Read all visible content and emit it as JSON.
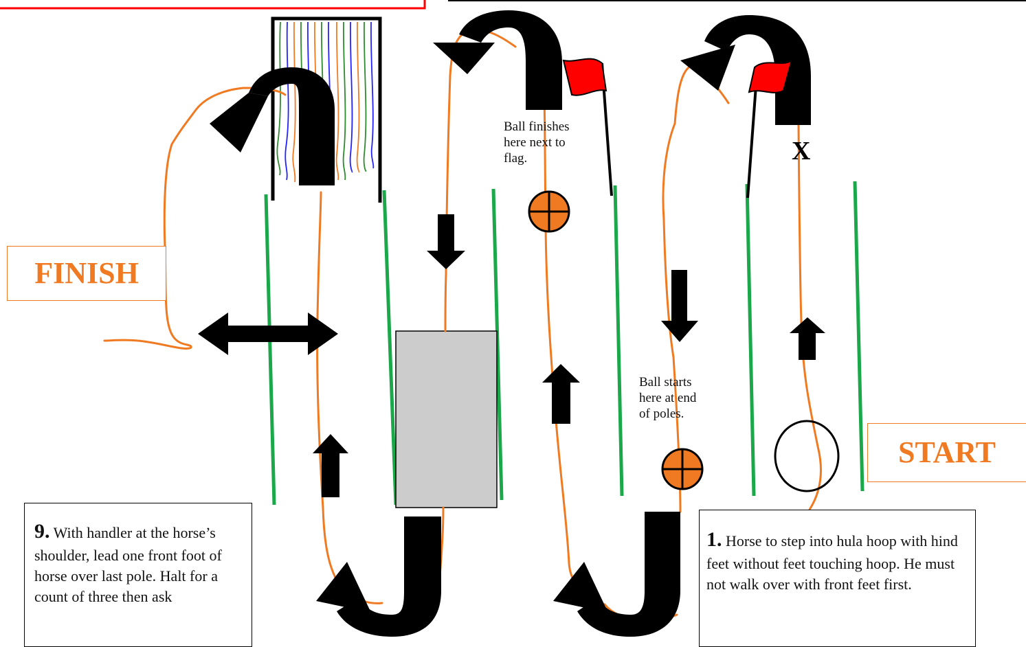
{
  "labels": {
    "finish": "FINISH",
    "start": "START",
    "x_mark": "X"
  },
  "notes": {
    "ball_finish": [
      "Ball finishes",
      "here next to",
      "flag."
    ],
    "ball_start": [
      "Ball starts",
      "here at end",
      "of poles."
    ]
  },
  "instructions": {
    "step1": {
      "number": "1.",
      "text": "Horse to step into hula hoop with hind feet without feet touching hoop. He must not walk over with front feet first."
    },
    "step9": {
      "number": "9.",
      "text": "With handler at the horse’s shoulder, lead one front foot of horse over last pole. Halt for a count of three then ask"
    }
  },
  "colors": {
    "path": "#f07a22",
    "pole": "#1aa84a",
    "arrow": "#000000",
    "flag": "#ff0000",
    "ball": "#f07a22",
    "box": "#cccccc",
    "frame_border": "#ff0000"
  }
}
